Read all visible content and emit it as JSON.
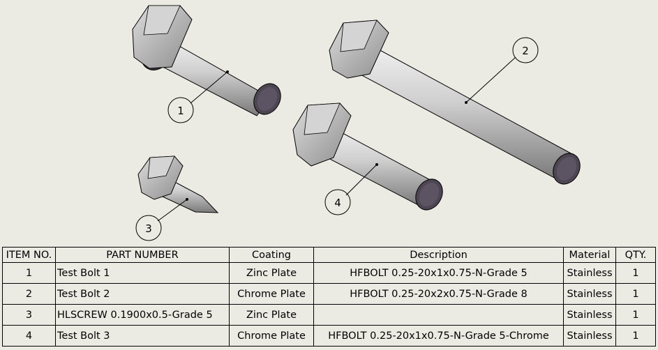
{
  "balloons": [
    "1",
    "2",
    "3",
    "4"
  ],
  "bom": {
    "headers": [
      "ITEM NO.",
      "PART NUMBER",
      "Coating",
      "Description",
      "Material",
      "QTY."
    ],
    "rows": [
      {
        "item": "1",
        "part_number": "Test Bolt 1",
        "coating": "Zinc Plate",
        "description": "HFBOLT 0.25-20x1x0.75-N-Grade 5",
        "material": "Stainless",
        "qty": "1"
      },
      {
        "item": "2",
        "part_number": "Test Bolt 2",
        "coating": "Chrome Plate",
        "description": "HFBOLT 0.25-20x2x0.75-N-Grade 8",
        "material": "Stainless",
        "qty": "1"
      },
      {
        "item": "3",
        "part_number": "HLSCREW 0.1900x0.5-Grade 5",
        "coating": "Zinc Plate",
        "description": "",
        "material": "Stainless",
        "qty": "1"
      },
      {
        "item": "4",
        "part_number": "Test Bolt 3",
        "coating": "Chrome Plate",
        "description": "HFBOLT 0.25-20x1x0.75-N-Grade 5-Chrome",
        "material": "Stainless",
        "qty": "1"
      }
    ]
  },
  "colors": {
    "background": "#ecebe3",
    "shank": "#d8d8d8",
    "hex_head": "#c9c9c9",
    "washer": "#4a4048",
    "end_face": "#5c5462",
    "outline": "#000000"
  }
}
